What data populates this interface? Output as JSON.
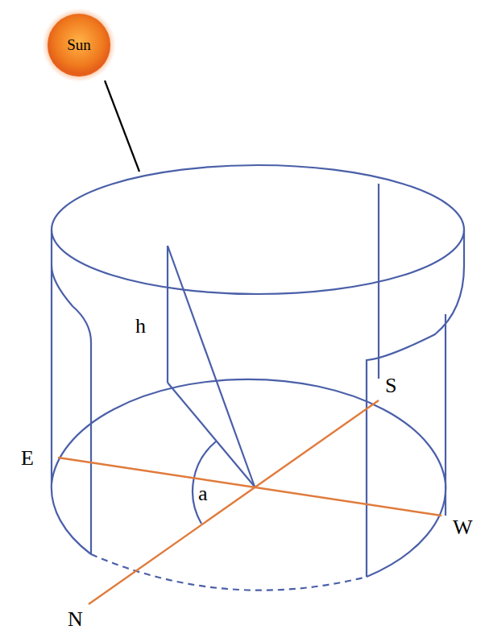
{
  "diagram": {
    "nodes": [
      {
        "text": [
          "Sun"
        ]
      }
    ],
    "labels": [
      "h",
      "a",
      "S",
      "E",
      "W",
      "N"
    ]
  }
}
